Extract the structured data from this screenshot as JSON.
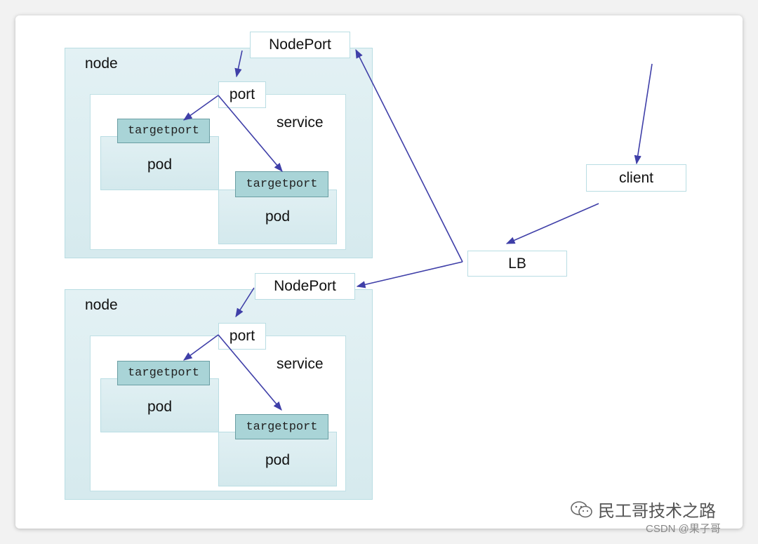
{
  "nodes": [
    {
      "label": "node",
      "nodeport": "NodePort",
      "port": "port",
      "service": "service",
      "pods": [
        {
          "targetport": "targetport",
          "label": "pod"
        },
        {
          "targetport": "targetport",
          "label": "pod"
        }
      ]
    },
    {
      "label": "node",
      "nodeport": "NodePort",
      "port": "port",
      "service": "service",
      "pods": [
        {
          "targetport": "targetport",
          "label": "pod"
        },
        {
          "targetport": "targetport",
          "label": "pod"
        }
      ]
    }
  ],
  "client": "client",
  "lb": "LB",
  "watermark": {
    "text": "民工哥技术之路",
    "icon": "wechat-icon",
    "credit": "CSDN @果子哥"
  },
  "colors": {
    "arrow": "#3f3fa8",
    "node_fill": "#d9ecf0",
    "targetport_fill": "#a9d4d7"
  }
}
